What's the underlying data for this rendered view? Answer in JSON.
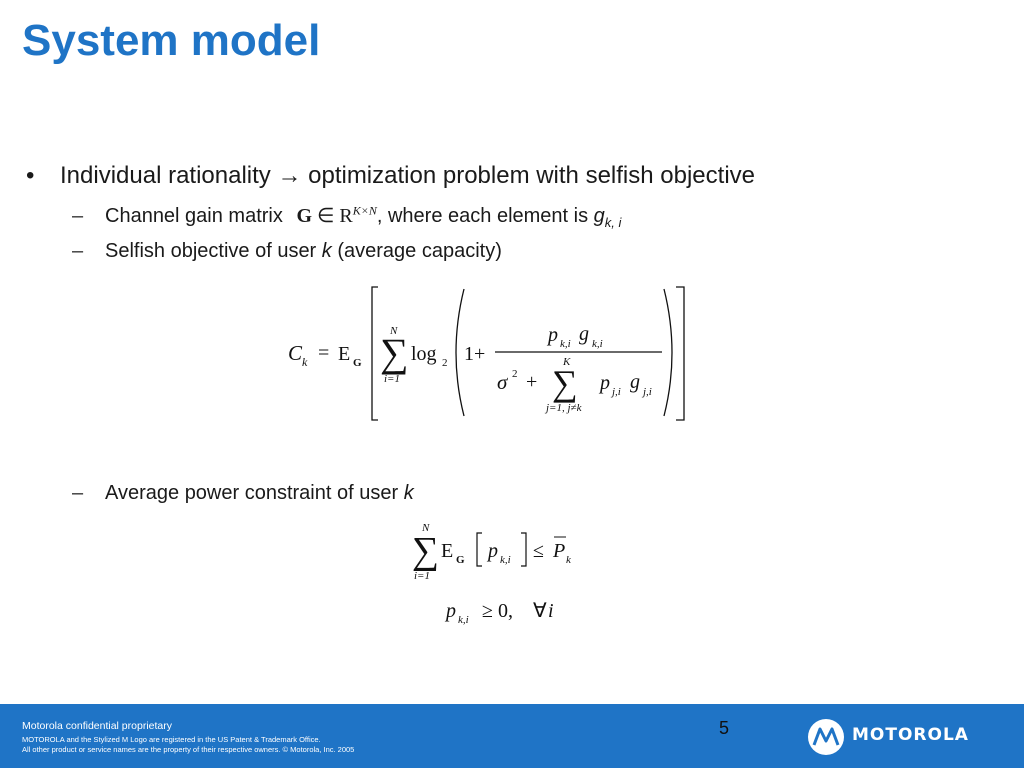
{
  "slide": {
    "title": "System model",
    "page_number": "5"
  },
  "bullets": {
    "main": {
      "symbol": "•",
      "text": "Individual rationality → optimization problem with selfish objective"
    },
    "sub1": {
      "dash": "–",
      "text_before": "Channel gain matrix",
      "math_G": "G",
      "math_in": "∈",
      "math_R": "R",
      "math_sup": "K×N",
      "text_after": ", where each element is ",
      "var": "g",
      "var_sub": "k, i"
    },
    "sub2": {
      "dash": "–",
      "text_before": "Selfish objective of user ",
      "var": "k",
      "text_after": " (average capacity)"
    },
    "sub3": {
      "dash": "–",
      "text_before": "Average power constraint of user ",
      "var": "k"
    }
  },
  "equations": {
    "capacity": {
      "lhs": "C",
      "lhs_sub": "k",
      "equals": "=",
      "expect": "E",
      "expect_sub": "G",
      "sum_upper": "N",
      "sum_lower": "i=1",
      "log": "log",
      "log_base": "2",
      "one_plus": "1+",
      "num_p": "p",
      "num_p_sub": "k,i",
      "num_g": "g",
      "num_g_sub": "k,i",
      "sigma": "σ",
      "sigma_sup": "2",
      "plus": "+",
      "inner_sum_upper": "K",
      "inner_sum_lower": "j=1, j≠k",
      "den_p": "p",
      "den_p_sub": "j,i",
      "den_g": "g",
      "den_g_sub": "j,i"
    },
    "power": {
      "sum_upper": "N",
      "sum_lower": "i=1",
      "expect": "E",
      "expect_sub": "G",
      "p": "p",
      "p_sub": "k,i",
      "leq": "≤",
      "P": "P",
      "P_sub": "k"
    },
    "nonneg": {
      "p": "p",
      "p_sub": "k,i",
      "geq": "≥ 0,",
      "forall": "∀",
      "i": "i"
    }
  },
  "footer": {
    "confidential": "Motorola confidential proprietary",
    "line1": "MOTOROLA and the Stylized M Logo are registered in the US Patent & Trademark Office.",
    "line2": "All other product or service names are the property of their respective owners. © Motorola, Inc. 2005",
    "logo_text": "MOTOROLA",
    "logo_icon": "motorola-m-logo",
    "background_color": "#1f74c6"
  },
  "colors": {
    "title": "#1f74c6",
    "text": "#1a1a1a"
  }
}
